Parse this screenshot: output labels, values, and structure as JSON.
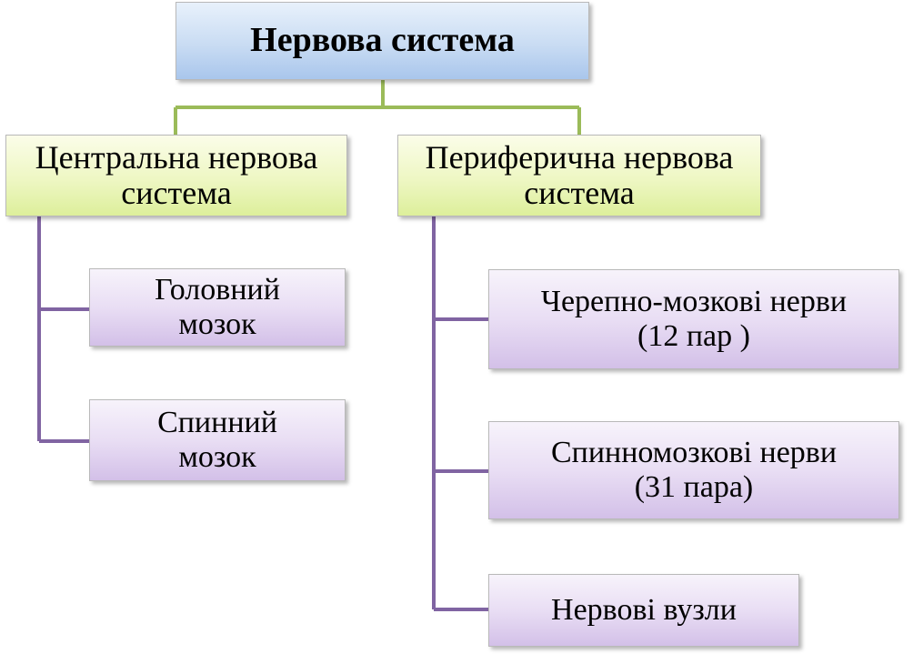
{
  "diagram": {
    "root": {
      "label": "Нервова система"
    },
    "central": {
      "label": "Центральна нервова\nсистема",
      "children": [
        {
          "label": "Головний\nмозок"
        },
        {
          "label": "Спинний\nмозок"
        }
      ]
    },
    "peripheral": {
      "label": "Периферична нервова\nсистема",
      "children": [
        {
          "label": "Черепно-мозкові нерви\n(12 пар )"
        },
        {
          "label": "Спинномозкові нерви\n(31 пара)"
        },
        {
          "label": "Нервові вузли"
        }
      ]
    },
    "colors": {
      "root_fill": "#c9dcf3",
      "level1_fill": "#eef7c3",
      "level2_fill": "#e9def4",
      "connector_green": "#9bbb59",
      "connector_purple": "#8064a2"
    }
  }
}
